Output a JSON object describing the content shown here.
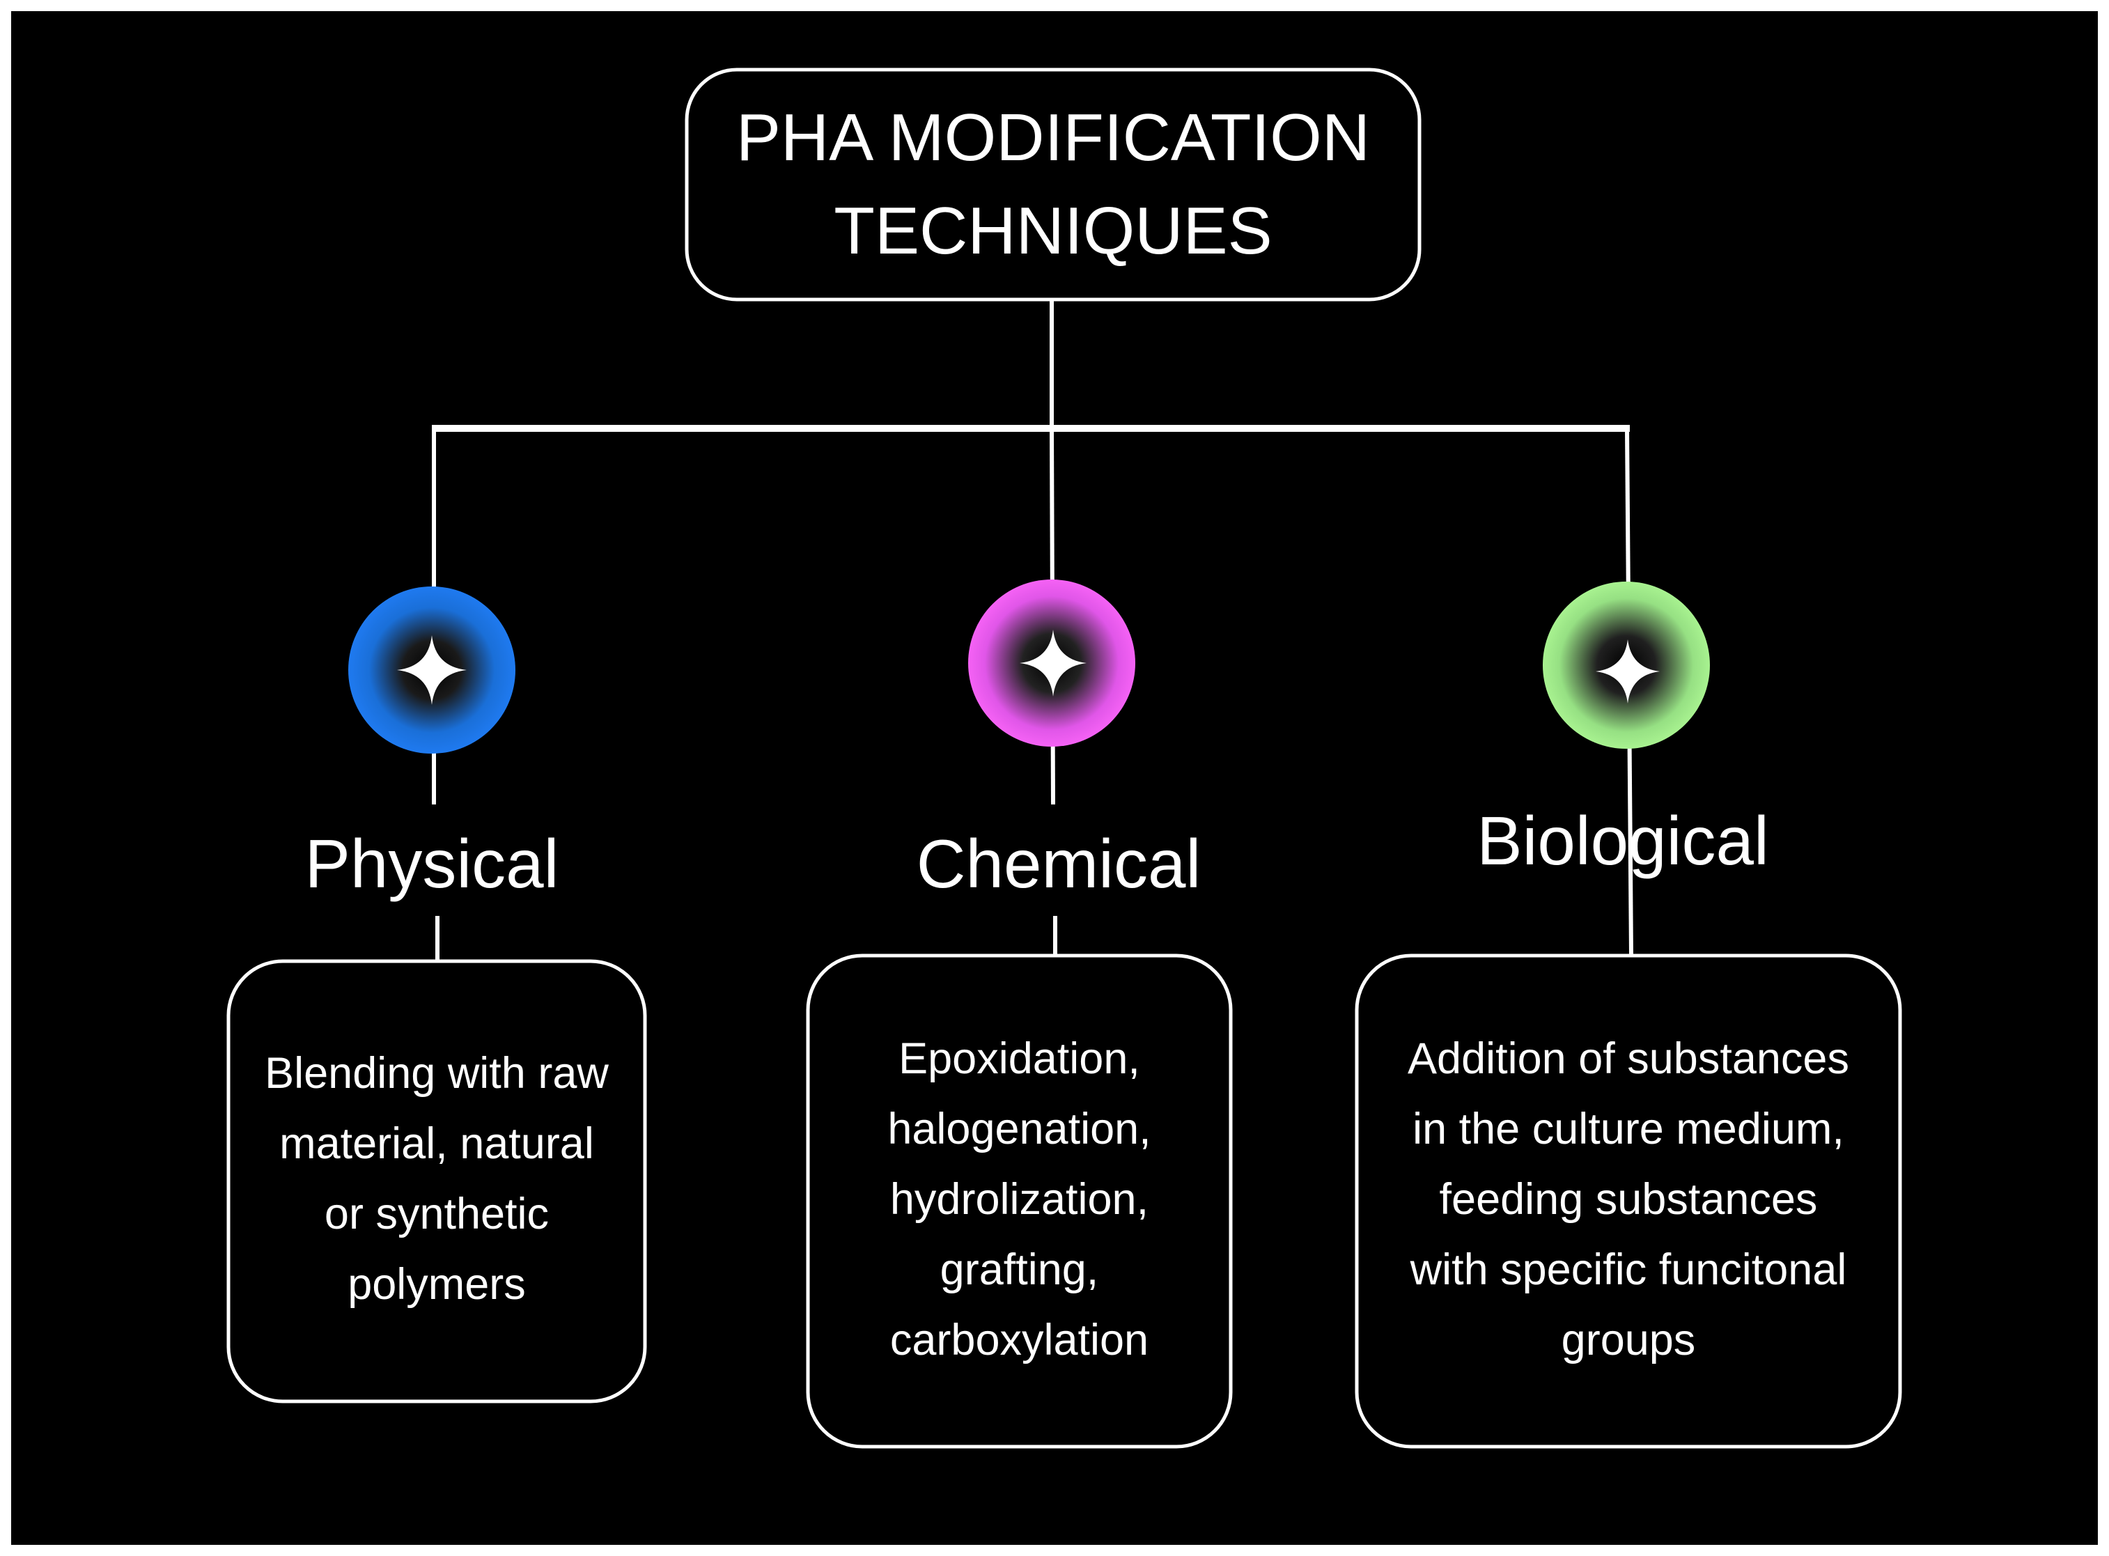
{
  "diagram": {
    "title": "PHA MODIFICATION\nTECHNIQUES",
    "branches": [
      {
        "label": "Physical",
        "color": "#1f7af0",
        "description": "Blending with raw\nmaterial, natural\nor synthetic\npolymers",
        "icon": "sparkle-icon"
      },
      {
        "label": "Chemical",
        "color": "#ee5cf2",
        "description": "Epoxidation,\nhalogenation,\nhydrolization,\ngrafting,\ncarboxylation",
        "icon": "sparkle-icon"
      },
      {
        "label": "Biological",
        "color": "#a3ef8c",
        "description": "Addition of substances\nin the culture medium,\nfeeding substances\nwith specific funcitonal\ngroups",
        "icon": "sparkle-icon"
      }
    ]
  },
  "colors": {
    "background": "#000000",
    "foreground": "#ffffff",
    "frame": "#ffffff"
  }
}
